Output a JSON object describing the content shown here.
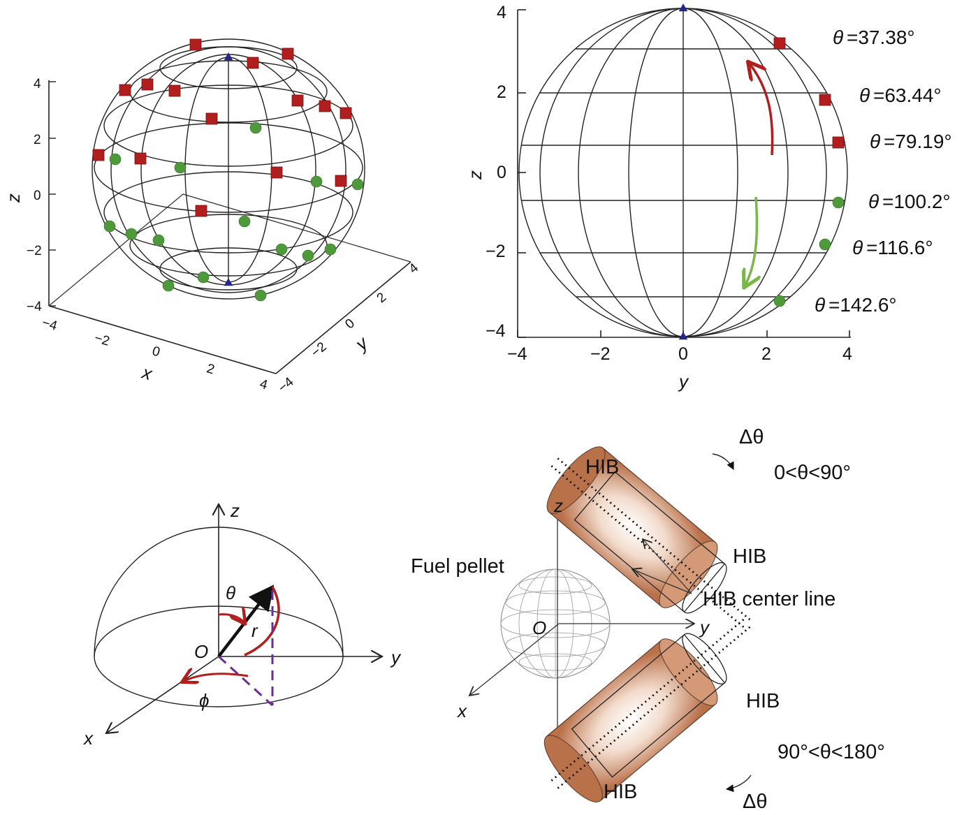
{
  "colors": {
    "above_marker": "#b01e1e",
    "below_marker": "#4e9a3a",
    "pole_marker": "#25268a",
    "arrow_up": "#b01e1e",
    "arrow_down": "#7ab648",
    "angle_arc": "#b01e1e",
    "projection": "#6b2d9a",
    "cylinder": "#b9714a"
  },
  "panel_a": {
    "axis_labels": {
      "x": "x",
      "y": "y",
      "z": "z"
    },
    "z_ticks": [
      "4",
      "2",
      "0",
      "−2",
      "−4"
    ],
    "x_ticks": [
      "−4",
      "−2",
      "0",
      "2",
      "4"
    ],
    "y_ticks": [
      "−4",
      "−2",
      "0",
      "2",
      "4"
    ],
    "marker_legend": {
      "above_equator": "red-square-marker",
      "below_equator": "green-circle-marker",
      "poles": "blue-triangle-marker"
    }
  },
  "panel_b": {
    "axis_labels": {
      "y": "y",
      "z": "z"
    },
    "y_ticks": [
      "−4",
      "−2",
      "0",
      "2",
      "4"
    ],
    "z_ticks": [
      "4",
      "2",
      "0",
      "−2",
      "−4"
    ],
    "theta_labels": [
      {
        "symbol": "θ",
        "text": "=37.38°",
        "marker": "square"
      },
      {
        "symbol": "θ",
        "text": "=63.44°",
        "marker": "square"
      },
      {
        "symbol": "θ",
        "text": "=79.19°",
        "marker": "square"
      },
      {
        "symbol": "θ",
        "text": "=100.2°",
        "marker": "circle"
      },
      {
        "symbol": "θ",
        "text": "=116.6°",
        "marker": "circle"
      },
      {
        "symbol": "θ",
        "text": "=142.6°",
        "marker": "circle"
      }
    ]
  },
  "panel_c": {
    "labels": {
      "x": "x",
      "y": "y",
      "z": "z",
      "origin": "O",
      "theta": "θ",
      "phi": "ϕ",
      "radius": "r"
    }
  },
  "panel_d": {
    "labels": {
      "hib": "HIB",
      "delta_theta": "Δθ",
      "range_upper": "0<θ<90°",
      "range_lower": "90°<θ<180°",
      "fuel_pellet": "Fuel pellet",
      "center_line": "HIB center line",
      "x": "x",
      "y": "y",
      "z": "z",
      "origin": "O"
    }
  }
}
